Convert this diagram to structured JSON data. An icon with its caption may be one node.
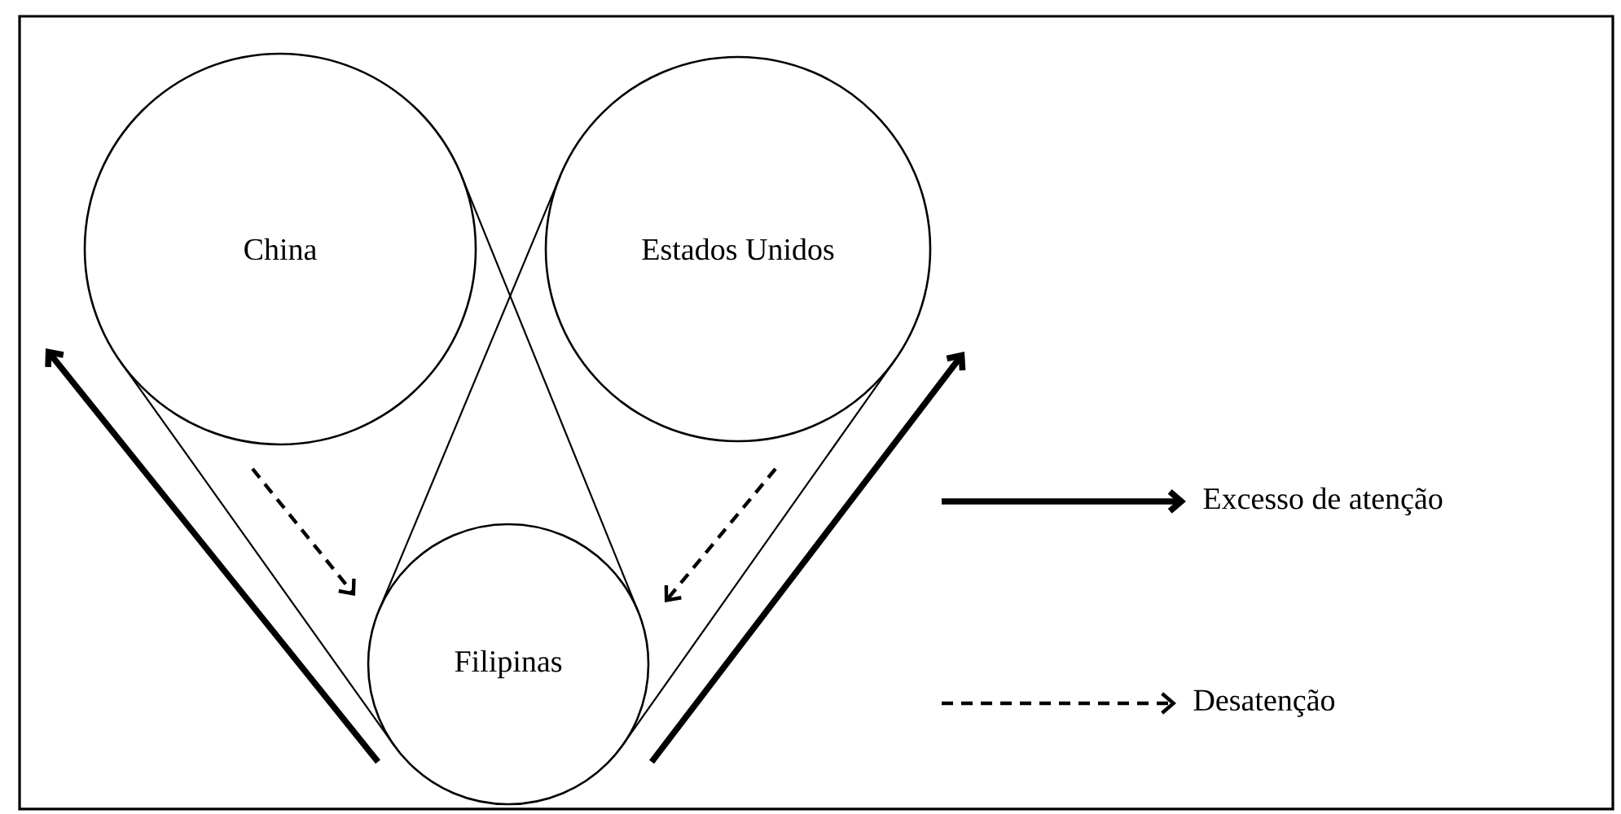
{
  "diagram": {
    "nodes": [
      {
        "text": [
          "China"
        ]
      },
      {
        "text": [
          "Estados Unidos"
        ]
      },
      {
        "text": [
          "Filipinas"
        ]
      }
    ],
    "edges": [
      {
        "from": 0,
        "to": 2,
        "arrow": "none"
      },
      {
        "from": 0,
        "to": 2,
        "arrow": "none"
      },
      {
        "from": 1,
        "to": 2,
        "arrow": "none"
      },
      {
        "from": 1,
        "to": 2,
        "arrow": "none"
      },
      {
        "from": 2,
        "to": null,
        "arrow": "to",
        "style": "thick"
      },
      {
        "from": 2,
        "to": null,
        "arrow": "to",
        "style": "thick"
      },
      {
        "from": null,
        "to": 2,
        "arrow": "to",
        "style": "dashed"
      },
      {
        "from": null,
        "to": 2,
        "arrow": "to",
        "style": "dashed"
      }
    ],
    "legend": [
      {
        "text": "Excesso de atenção"
      },
      {
        "text": "Desatenção"
      }
    ]
  }
}
